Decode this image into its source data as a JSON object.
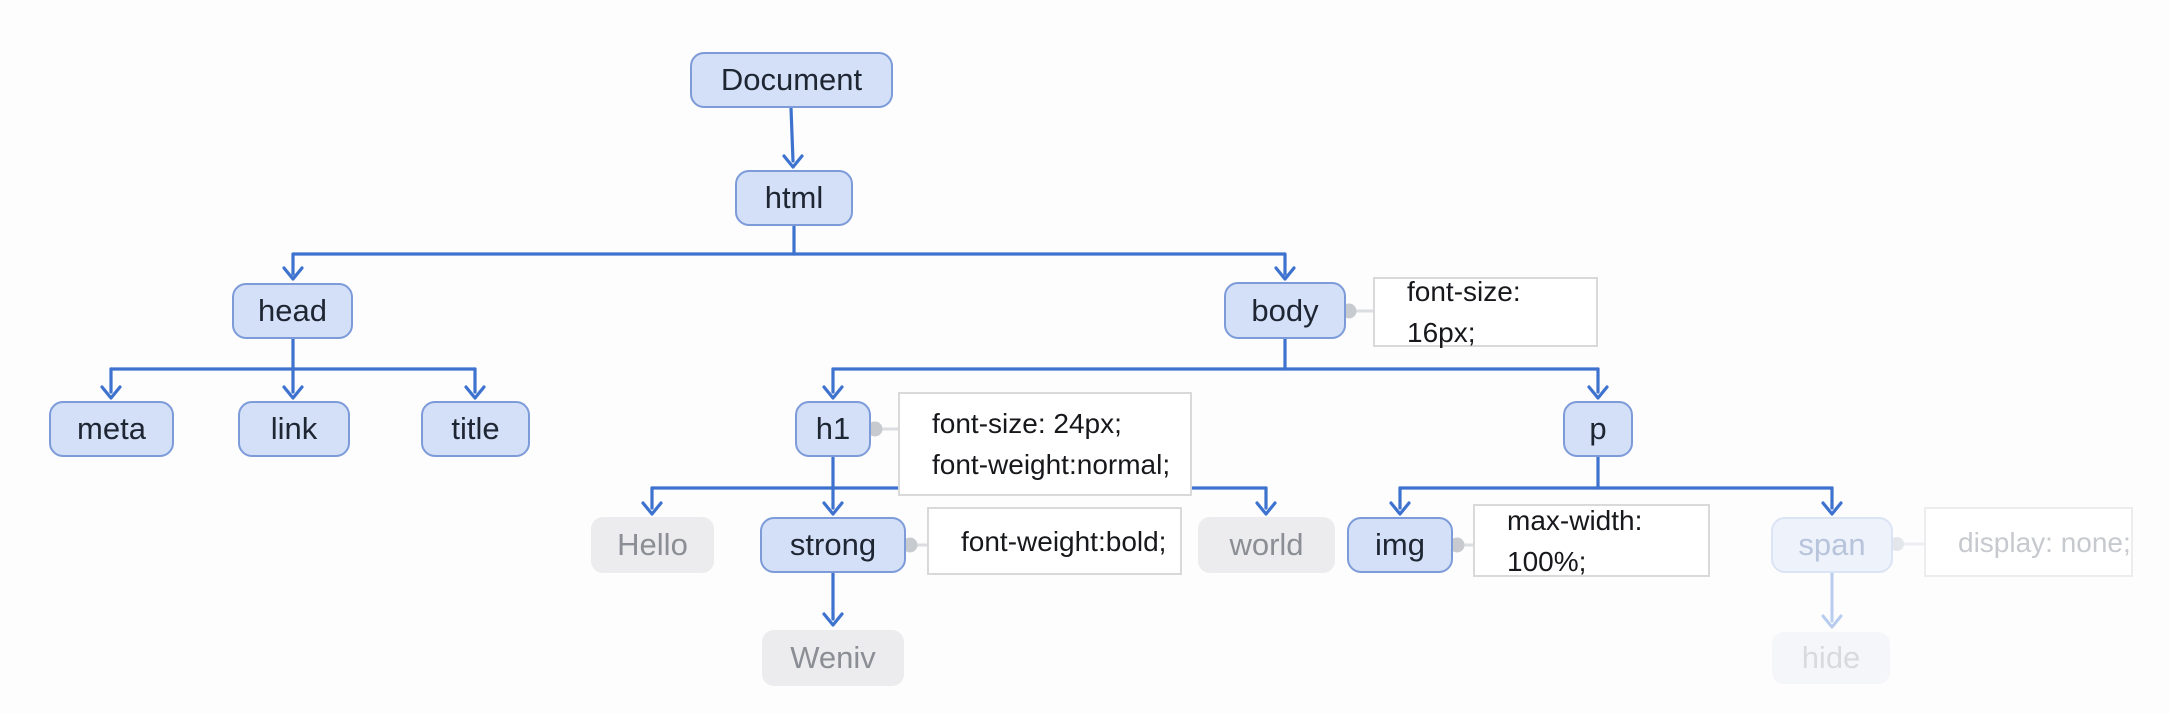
{
  "diagram_type": "dom-tree",
  "theme": {
    "bg": "#fdfdfd",
    "node_fill": "#d3e0f7",
    "node_border": "#7d9bd9",
    "node_text": "#1f2633",
    "gray_fill": "#ececee",
    "gray_text": "#8b8e94",
    "arrow": "#3e72cf",
    "arrow_faded": "#b7ccee",
    "ann_border": "#d9d9d9",
    "ann_text": "#17181b",
    "dot": "#c7cacf",
    "dot_line": "#dbdde0",
    "faded_fill": "#edf2fb",
    "faded_border": "#dbe4f5",
    "faded_text": "#b7c4db",
    "hidden_fill": "#f5f6f9",
    "hidden_text": "#d7dade"
  },
  "nodes": {
    "document": {
      "label": "Document",
      "type": "element"
    },
    "html": {
      "label": "html",
      "type": "element"
    },
    "head": {
      "label": "head",
      "type": "element"
    },
    "body": {
      "label": "body",
      "type": "element"
    },
    "meta": {
      "label": "meta",
      "type": "element"
    },
    "link": {
      "label": "link",
      "type": "element"
    },
    "title": {
      "label": "title",
      "type": "element"
    },
    "h1": {
      "label": "h1",
      "type": "element"
    },
    "p": {
      "label": "p",
      "type": "element"
    },
    "hello": {
      "label": "Hello",
      "type": "text"
    },
    "strong": {
      "label": "strong",
      "type": "element"
    },
    "world": {
      "label": "world",
      "type": "text"
    },
    "img": {
      "label": "img",
      "type": "element"
    },
    "span": {
      "label": "span",
      "type": "element-faded"
    },
    "weniv": {
      "label": "Weniv",
      "type": "text"
    },
    "hide": {
      "label": "hide",
      "type": "text-faded"
    }
  },
  "annotations": {
    "body_css": {
      "line1": "font-size: 16px;"
    },
    "h1_css": {
      "line1": "font-size: 24px;",
      "line2": "font-weight:normal;"
    },
    "strong_css": {
      "line1": "font-weight:bold;"
    },
    "img_css": {
      "line1": "max-width: 100%;"
    },
    "span_css": {
      "line1": "display: none;"
    }
  }
}
